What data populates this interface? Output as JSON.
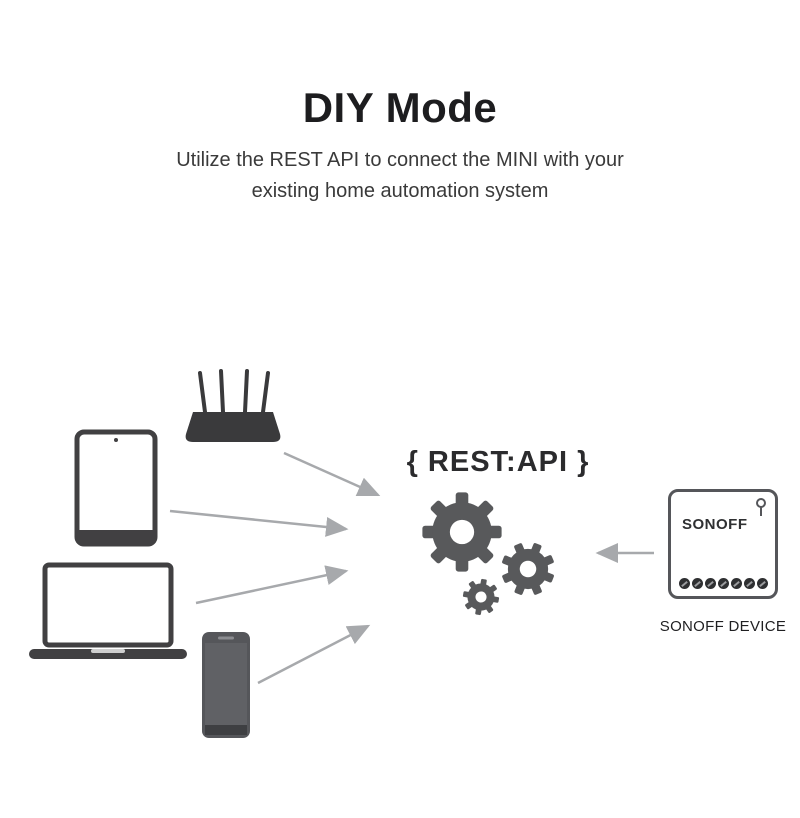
{
  "header": {
    "title": "DIY Mode",
    "subtitle_line1": "Utilize the REST API to connect the MINI with your",
    "subtitle_line2": "existing home automation system"
  },
  "diagram": {
    "rest_api_label": "{ REST:API }",
    "sonoff_logo": "SONOFF",
    "sonoff_device_label": "SONOFF DEVICE"
  },
  "icons": {
    "tablet": "tablet-icon",
    "router": "wifi-router-icon",
    "laptop": "laptop-icon",
    "phone": "smartphone-icon",
    "gears": "gears-icon",
    "pull_tab": "pull-tab-icon",
    "screws": "terminal-screws"
  },
  "colors": {
    "text_dark": "#1d1d1f",
    "device_dark": "#414042",
    "gear_gray": "#58595b",
    "arrow_gray": "#a7a9ac"
  }
}
